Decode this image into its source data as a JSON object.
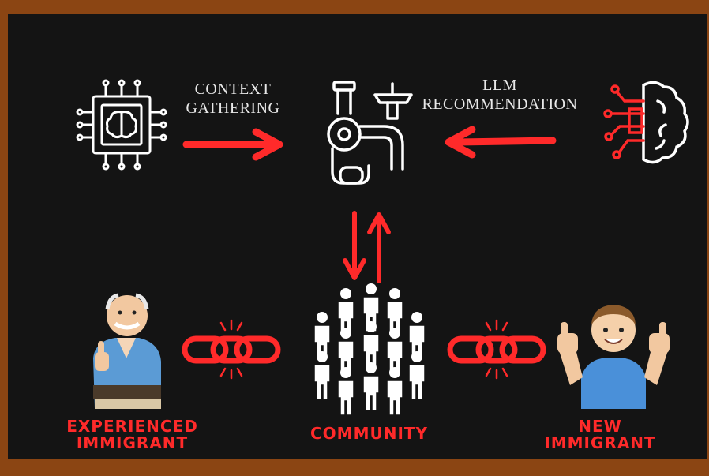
{
  "colors": {
    "frame": "#8b4513",
    "background": "#141414",
    "accent": "#ff2a2a",
    "icon": "#ffffff"
  },
  "labels": {
    "context_gathering": [
      "CONTEXT",
      "GATHERING"
    ],
    "llm_recommendation": [
      "LLM",
      "RECOMMENDATION"
    ],
    "experienced_immigrant": [
      "EXPERIENCED",
      "IMMIGRANT"
    ],
    "community": "COMMUNITY",
    "new_immigrant": [
      "NEW",
      "IMMIGRANT"
    ]
  },
  "icons": {
    "chip": "ai-chip-brain-icon",
    "pipeline": "pipeline-machine-icon",
    "brain": "circuit-brain-icon",
    "crowd": "community-crowd-icon",
    "old_man": "experienced-immigrant-illustration",
    "young_man": "new-immigrant-illustration",
    "link": "broken-chain-link-icon"
  }
}
